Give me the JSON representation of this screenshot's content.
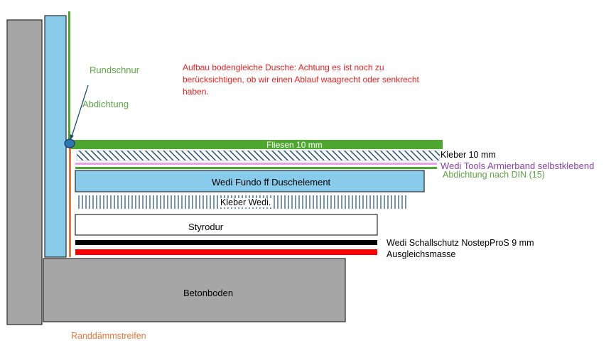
{
  "note": "Aufbau bodengleiche Dusche: Achtung es ist noch zu berücksichtigen, ob wir einen Ablauf waagrecht oder senkrecht haben.",
  "labels": {
    "rundschnur": "Rundschnur",
    "abdichtung": "Abdichtung",
    "fliesen": "Fliesen 10 mm",
    "kleber_10": "Kleber  10 mm",
    "armierband": "Wedi Tools Armierband selbstklebend",
    "abdichtung_din": "Abdichtung nach DIN  (15)",
    "fundo": "Wedi  Fundo ff Duschelement",
    "kleber_wedi": "Kleber Wedi.",
    "styrodur": "Styrodur",
    "schallschutz": "Wedi Schallschutz NostepProS  9 mm",
    "ausgleich": "Ausgleichsmasse",
    "betonboden": "Betonboden",
    "randdaemm": "Randdämmstreifen"
  },
  "colors": {
    "note": "#e8201f",
    "green_label": "#5ea545",
    "purple_label": "#8e3fa8",
    "orange_label": "#e9763a",
    "concrete": "#a6a6a6",
    "blue_element": "#89cbeb",
    "tile_green": "#4ea72e",
    "red_layer": "#ff0000",
    "black_layer": "#000000",
    "pink_layer": "#e9a0e9",
    "dark_blue": "#1f4e79",
    "edge": "#2a2a2a"
  }
}
